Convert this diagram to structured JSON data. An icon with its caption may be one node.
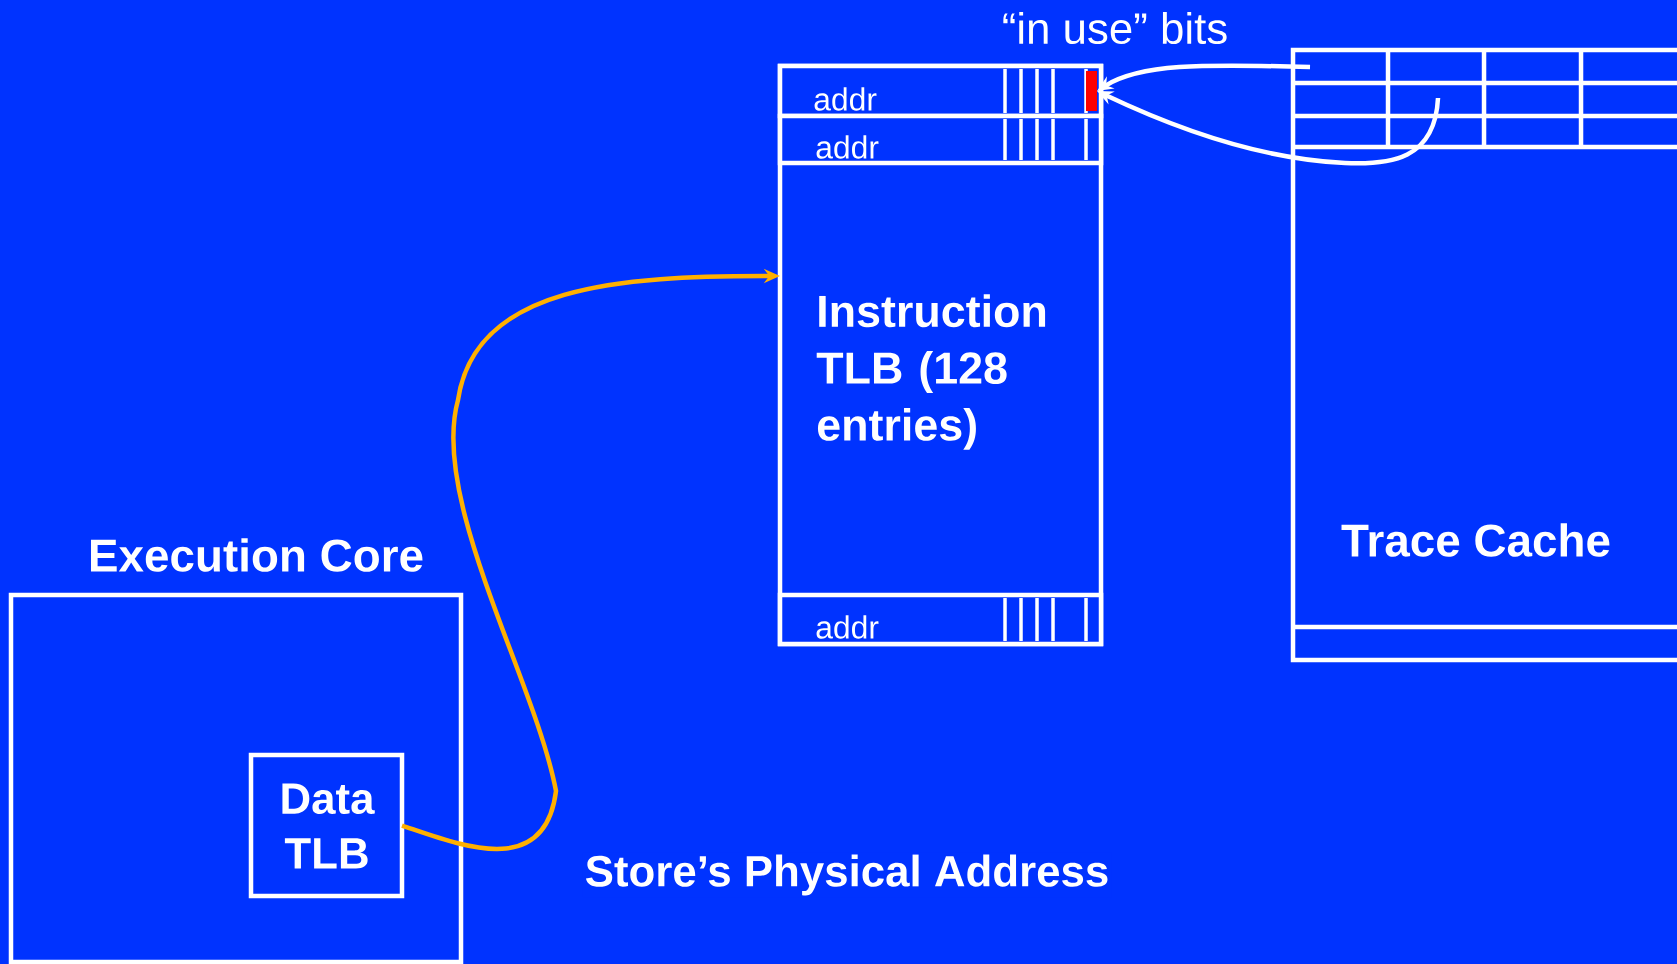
{
  "diagram": {
    "nodes": [
      {
        "text": [
          "Execution Core"
        ]
      },
      {
        "text": [
          "Data TLB"
        ],
        "in": 0
      },
      {
        "text": [
          "Instruction TLB (128 entries)"
        ]
      },
      {
        "text": [
          "addr"
        ],
        "in": 2
      },
      {
        "text": [
          "addr"
        ],
        "in": 2
      },
      {
        "text": [
          "addr"
        ],
        "in": 2
      },
      {
        "text": [
          "Trace Cache"
        ]
      },
      {
        "text": [],
        "shape": "bar",
        "in": 3
      }
    ],
    "edges": [
      {
        "from": 1,
        "to": 2,
        "arrow": "to",
        "label": "Store’s Physical Address",
        "color": "#ffb000"
      },
      {
        "from": 6,
        "to": 7,
        "arrow": "to"
      },
      {
        "from": 6,
        "to": 7,
        "arrow": "to"
      }
    ],
    "labels": [
      "“in use” bits"
    ]
  }
}
